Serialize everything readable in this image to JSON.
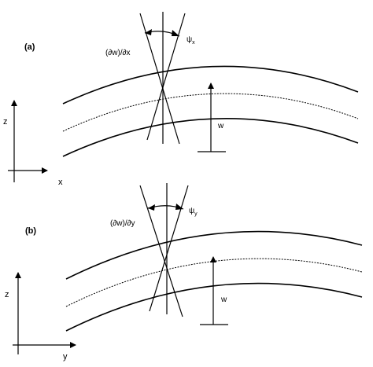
{
  "panels": [
    {
      "id": "a",
      "tag": "(a)",
      "slope_label": "(∂w)/∂x",
      "rotation_symbol": "ψ",
      "rotation_subscript": "x",
      "deflection_label": "w",
      "vertical_axis_label": "z",
      "horizontal_axis_label": "x"
    },
    {
      "id": "b",
      "tag": "(b)",
      "slope_label": "(∂w)/∂y",
      "rotation_symbol": "ψ",
      "rotation_subscript": "y",
      "deflection_label": "w",
      "vertical_axis_label": "z",
      "horizontal_axis_label": "y"
    }
  ]
}
